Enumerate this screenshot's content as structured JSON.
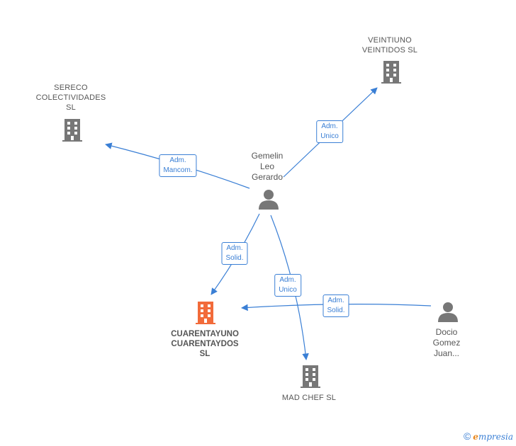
{
  "colors": {
    "edge": "#3a7fd5",
    "building": "#777777",
    "building_focus": "#f26b3a",
    "person": "#777777",
    "text": "#555555"
  },
  "nodes": {
    "veintiuno": {
      "lines": [
        "VEINTIUNO",
        "VEINTIDOS  SL"
      ],
      "icon": "building-icon"
    },
    "sereco": {
      "lines": [
        "SERECO",
        "COLECTIVIDADES",
        "SL"
      ],
      "icon": "building-icon"
    },
    "gemelin": {
      "lines": [
        "Gemelin",
        "Leo",
        "Gerardo"
      ],
      "icon": "person-icon"
    },
    "cuarentayuno": {
      "lines": [
        "CUARENTAYUNO",
        "CUARENTAYDOS",
        "SL"
      ],
      "icon": "building-icon"
    },
    "madchef": {
      "lines": [
        "MAD CHEF  SL"
      ],
      "icon": "building-icon"
    },
    "docio": {
      "lines": [
        "Docio",
        "Gomez",
        "Juan..."
      ],
      "icon": "person-icon"
    }
  },
  "edges": {
    "to_veintiuno": {
      "lines": [
        "Adm.",
        "Unico"
      ]
    },
    "to_sereco": {
      "lines": [
        "Adm.",
        "Mancom."
      ]
    },
    "to_cuarentayuno": {
      "lines": [
        "Adm.",
        "Solid."
      ]
    },
    "to_madchef": {
      "lines": [
        "Adm.",
        "Unico"
      ]
    },
    "docio_to_cuarentayuno": {
      "lines": [
        "Adm.",
        "Solid."
      ]
    }
  },
  "brand": {
    "copyright": "©",
    "first_letter": "e",
    "rest": "mpresia"
  }
}
